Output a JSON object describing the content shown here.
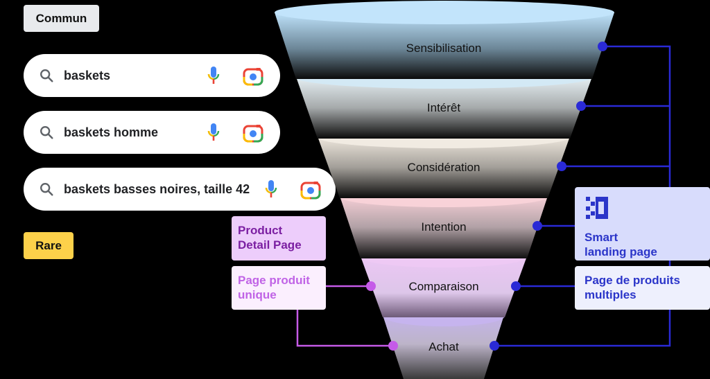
{
  "tags": {
    "common": "Commun",
    "rare": "Rare"
  },
  "searches": [
    {
      "query": "baskets"
    },
    {
      "query": "baskets homme"
    },
    {
      "query": "baskets basses noires, taille 42"
    }
  ],
  "funnel": {
    "stages": [
      {
        "label": "Sensibilisation"
      },
      {
        "label": "Intérêt"
      },
      {
        "label": "Considération"
      },
      {
        "label": "Intention"
      },
      {
        "label": "Comparaison"
      },
      {
        "label": "Achat"
      }
    ]
  },
  "boxes": {
    "pdp": {
      "line1": "Product",
      "line2": "Detail Page"
    },
    "pdp_unique": {
      "line1": "Page produit",
      "line2": "unique"
    },
    "smart_landing": {
      "line1": "Smart",
      "line2": "landing page"
    },
    "multi": {
      "line1": "Page de produits",
      "line2": "multiples"
    }
  },
  "colors": {
    "connector_blue": "#2a2ad6",
    "connector_purple": "#c55be8",
    "tag_rare": "#fdd14a",
    "tag_common": "#e8eaed"
  },
  "icons": [
    "search-icon",
    "microphone-icon",
    "camera-lens-icon",
    "smart-landing-page-logo-icon"
  ]
}
